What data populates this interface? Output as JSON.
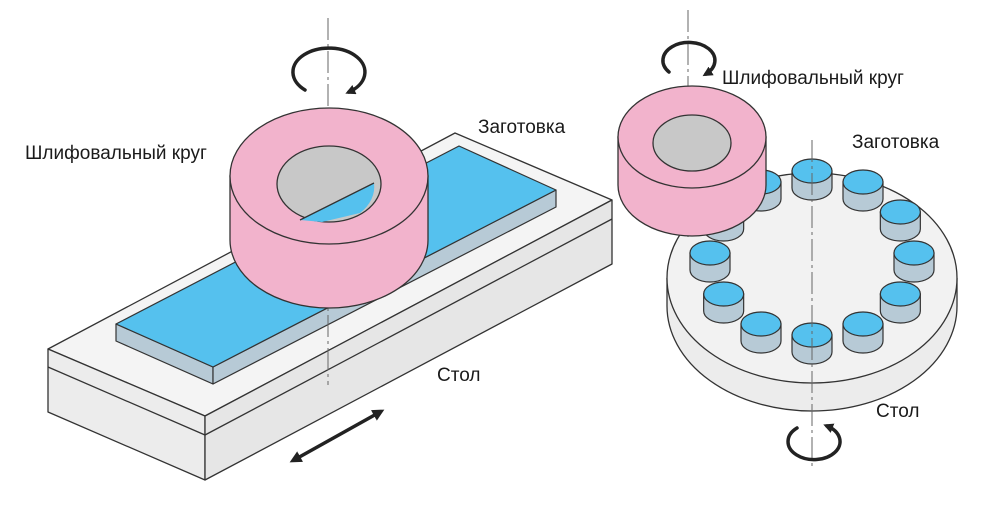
{
  "left_diagram": {
    "wheel_label": "Шлифовальный круг",
    "workpiece_label": "Заготовка",
    "table_label": "Стол"
  },
  "right_diagram": {
    "wheel_label": "Шлифовальный круг",
    "workpiece_label": "Заготовка",
    "table_label": "Стол",
    "workpiece_count": 12
  },
  "colors": {
    "wheel": "#f2b3cc",
    "wheel_hole": "#c8c8c8",
    "workpiece_top": "#55c1ee",
    "workpiece_side": "#b7cad6",
    "table": "#f1f1f1",
    "outline": "#333333",
    "arrow": "#222222"
  },
  "icons": {
    "rotation": "circular-arrow-icon",
    "traverse": "double-arrow-icon"
  }
}
